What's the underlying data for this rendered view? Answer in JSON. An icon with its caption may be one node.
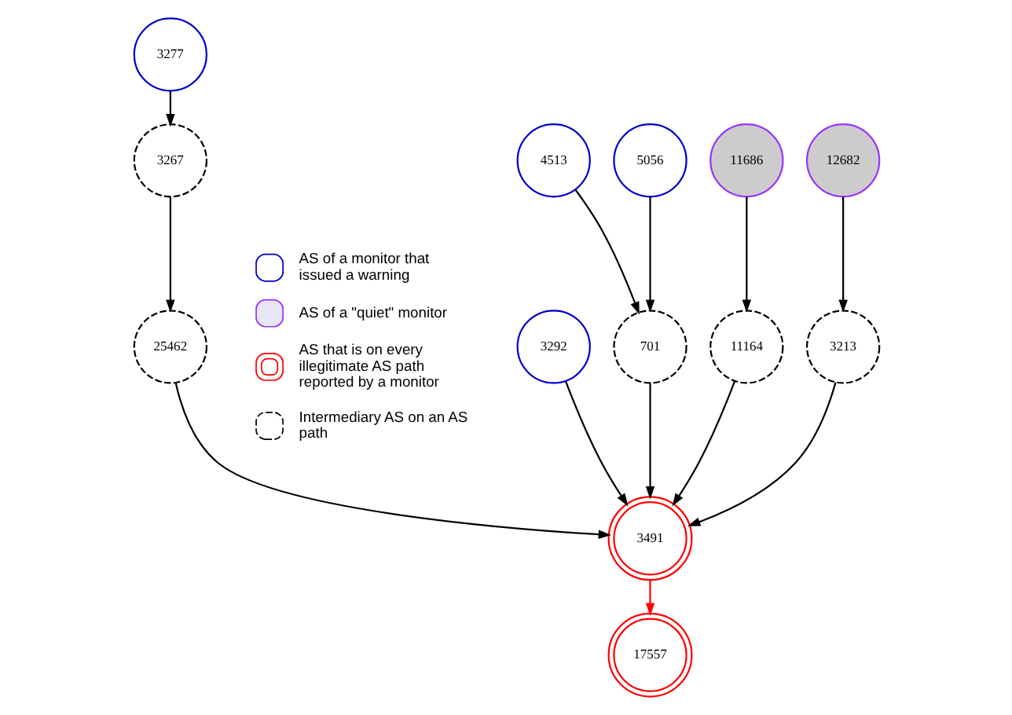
{
  "diagram": {
    "nodes": [
      {
        "text": [
          "3277"
        ]
      },
      {
        "text": [
          "4513"
        ]
      },
      {
        "text": [
          "5056"
        ]
      },
      {
        "text": [
          "3267"
        ]
      },
      {
        "text": [
          "11686"
        ]
      },
      {
        "text": [
          "12682"
        ]
      },
      {
        "text": [
          "3292"
        ]
      },
      {
        "text": [
          "701"
        ]
      },
      {
        "text": [
          "25462"
        ]
      },
      {
        "text": [
          "11164"
        ]
      },
      {
        "text": [
          "3213"
        ]
      },
      {
        "text": [
          "3491"
        ]
      },
      {
        "text": [
          "17557"
        ]
      }
    ],
    "edges": [
      {
        "from": 0,
        "to": 3,
        "arrow": "to"
      },
      {
        "from": 1,
        "to": 7,
        "arrow": "to"
      },
      {
        "from": 2,
        "to": 7,
        "arrow": "to"
      },
      {
        "from": 3,
        "to": 8,
        "arrow": "to"
      },
      {
        "from": 4,
        "to": 9,
        "arrow": "to"
      },
      {
        "from": 5,
        "to": 10,
        "arrow": "to"
      },
      {
        "from": 6,
        "to": 11,
        "arrow": "to"
      },
      {
        "from": 7,
        "to": 11,
        "arrow": "to"
      },
      {
        "from": 8,
        "to": 11,
        "arrow": "to"
      },
      {
        "from": 9,
        "to": 11,
        "arrow": "to"
      },
      {
        "from": 10,
        "to": 11,
        "arrow": "to"
      },
      {
        "from": 11,
        "to": 12,
        "arrow": "to",
        "color": "#ff0000"
      }
    ],
    "legend": [
      {
        "text": "AS of a monitor that issued a warning"
      },
      {
        "text": "AS of a \"quiet\" monitor"
      },
      {
        "text": "AS that is on every illegitimate AS path reported by a monitor"
      },
      {
        "text": "Intermediary AS on an AS path"
      }
    ]
  }
}
